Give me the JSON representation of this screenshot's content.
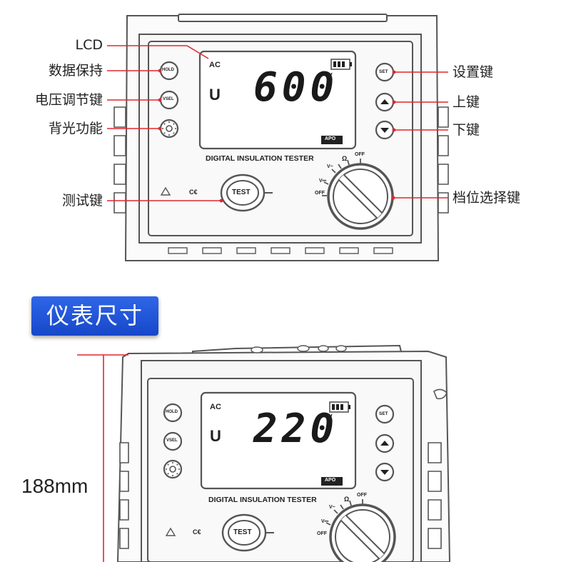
{
  "callouts": {
    "lcd": "LCD",
    "hold": "数据保持",
    "vsel": "电压调节键",
    "backlight": "背光功能",
    "test": "测试键",
    "set": "设置键",
    "up": "上键",
    "down": "下键",
    "range": "档位选择键"
  },
  "device_top": {
    "mode": "AC",
    "unit_letter": "U",
    "reading": "600",
    "unit": "V",
    "apo": "APO",
    "model_text": "DIGITAL INSULATION TESTER",
    "hold_btn": "HOLD",
    "vsel_btn": "VSEL",
    "set_btn": "SET",
    "test_btn": "TEST",
    "dial": {
      "ohm": "Ω",
      "off_top": "OFF",
      "v_ac": "V~",
      "v_dc": "V⎓",
      "off_left": "OFF"
    }
  },
  "section": {
    "title": "仪表尺寸"
  },
  "device_bottom": {
    "mode": "AC",
    "unit_letter": "U",
    "reading": "220",
    "unit": "V",
    "apo": "APO",
    "model_text": "DIGITAL INSULATION TESTER",
    "hold_btn": "HOLD",
    "vsel_btn": "VSEL",
    "set_btn": "SET",
    "test_btn": "TEST",
    "dial": {
      "ohm": "Ω",
      "off_top": "OFF",
      "v_ac": "V~",
      "v_dc": "V⎓",
      "off_left": "OFF"
    }
  },
  "dimension": {
    "height": "188mm"
  },
  "colors": {
    "callout_line": "#e0282e",
    "badge": "#2a5fe0",
    "outline": "#555555"
  }
}
